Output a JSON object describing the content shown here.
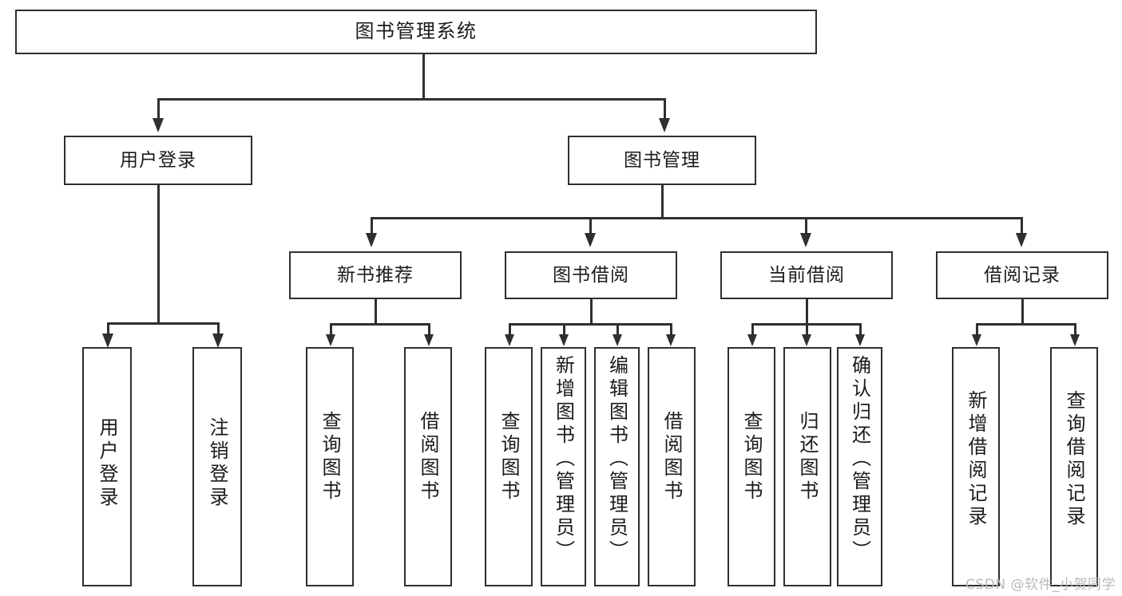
{
  "diagram": {
    "type": "tree",
    "title": "图书管理系统",
    "watermark": "CSDN @软件_小贺同学",
    "colors": {
      "stroke": "#2f2f2f",
      "fill": "#ffffff",
      "text": "#1b1b1b",
      "watermark": "#b9b9b9"
    },
    "nodes": {
      "root": {
        "label": "图书管理系统"
      },
      "level2": [
        {
          "label": "用户登录"
        },
        {
          "label": "图书管理"
        }
      ],
      "level3": [
        {
          "label": "新书推荐"
        },
        {
          "label": "图书借阅"
        },
        {
          "label": "当前借阅"
        },
        {
          "label": "借阅记录"
        }
      ],
      "leaves": {
        "user_login": [
          {
            "label": "用户登录"
          },
          {
            "label": "注销登录"
          }
        ],
        "new_book": [
          {
            "label": "查询图书"
          },
          {
            "label": "借阅图书"
          }
        ],
        "book_borrow": [
          {
            "label": "查询图书"
          },
          {
            "label": "新增图书（管理员）"
          },
          {
            "label": "编辑图书（管理员）"
          },
          {
            "label": "借阅图书"
          }
        ],
        "current_borrow": [
          {
            "label": "查询图书"
          },
          {
            "label": "归还图书"
          },
          {
            "label": "确认归还（管理员）"
          }
        ],
        "borrow_record": [
          {
            "label": "新增借阅记录"
          },
          {
            "label": "查询借阅记录"
          }
        ]
      }
    }
  }
}
